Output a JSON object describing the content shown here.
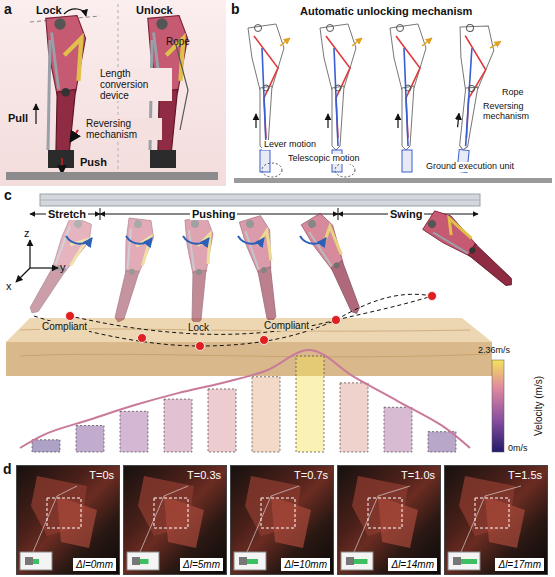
{
  "diagram": {
    "nodes": [
      {
        "text": [
          "T=0s",
          "Δl=0mm"
        ]
      },
      {
        "text": [
          "T=0.3s",
          "Δl=5mm"
        ]
      },
      {
        "text": [
          "T=0.7s",
          "Δl=10mm"
        ]
      },
      {
        "text": [
          "T=1.0s",
          "Δl=14mm"
        ]
      },
      {
        "text": [
          "T=1.5s",
          "Δl=17mm"
        ]
      }
    ],
    "labels": [
      "a",
      "Lock",
      "Unlock",
      "Rope",
      "Length conversion device",
      "Pull",
      "Reversing mechanism",
      "Push",
      "b",
      "Automatic unlocking mechanism",
      "Lever motion",
      "Telescopic motion",
      "Rope",
      "Reversing mechanism",
      "Ground execution unit",
      "c",
      "Stretch",
      "Pushing",
      "Swing",
      "z",
      "y",
      "x",
      "Compliant",
      "Lock",
      "Compliant",
      "2.36m/s",
      "Velocity (m/s)",
      "0m/s",
      "d"
    ]
  }
}
